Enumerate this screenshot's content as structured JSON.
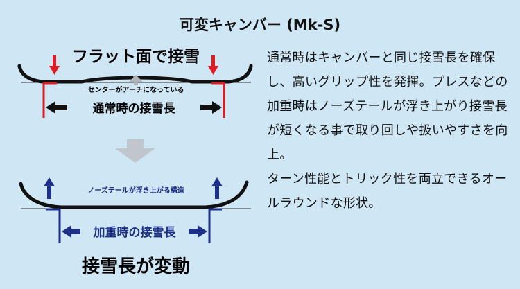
{
  "title": "可変キャンバー (Mk-S)",
  "top_diagram": {
    "heading": "フラット面で接雪",
    "arch_note": "センターがアーチになっている",
    "length_label": "通常時の接雪長"
  },
  "bottom_diagram": {
    "rise_note": "ノーズテールが浮き上がる構造",
    "length_label": "加重時の接雪長",
    "conclusion": "接雪長が変動"
  },
  "description": [
    "通常時はキャンバーと同じ接雪長を確保し、高いグリップ性を発揮。プレスなどの加重時はノーズテールが浮き上がり接雪長が短くなる事で取り回しや扱いやすさを向上。",
    "ターン性能とトリック性を両立できるオールラウンドな形状。"
  ],
  "colors": {
    "background": "#cfe6f5",
    "red": "#e01b22",
    "navy": "#1d2f86",
    "gray": "#c0c6cc",
    "board": "#111111"
  }
}
